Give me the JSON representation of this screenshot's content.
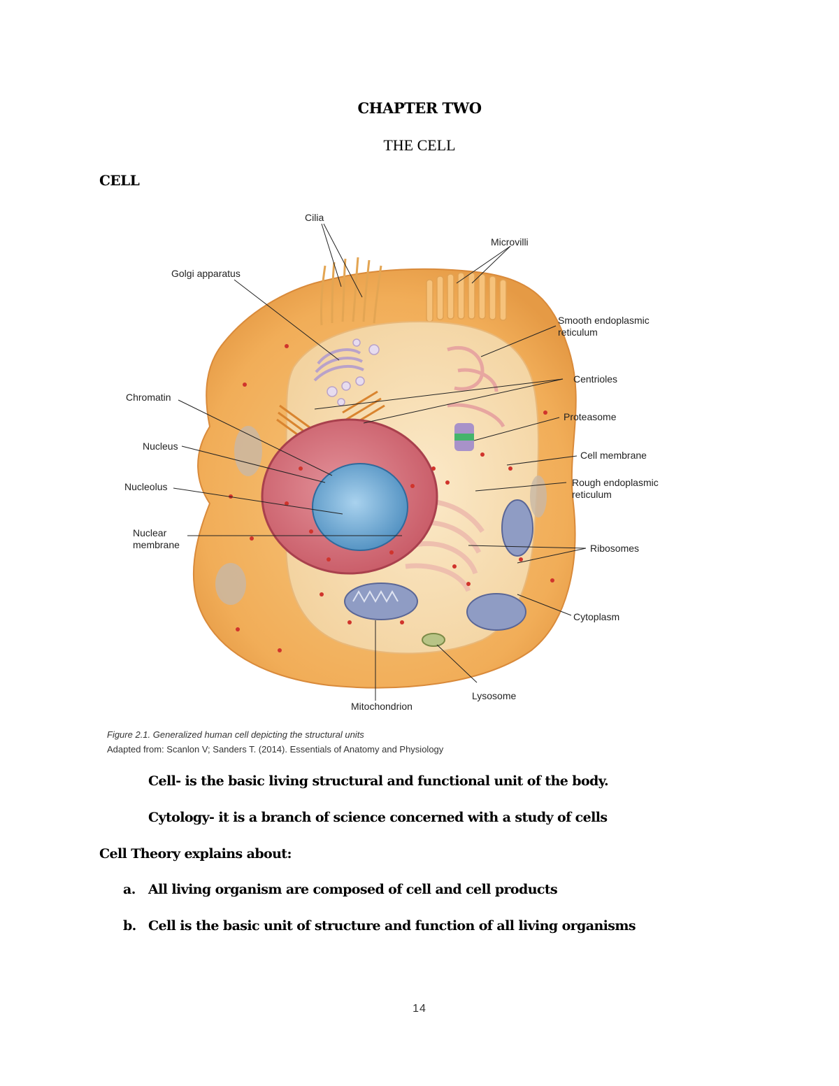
{
  "header": {
    "chapter": "CHAPTER TWO",
    "subtitle": "THE CELL",
    "section": "CELL"
  },
  "figure": {
    "labels": {
      "cilia": "Cilia",
      "microvilli": "Microvilli",
      "golgi": "Golgi apparatus",
      "smooth_er_line1": "Smooth endoplasmic",
      "smooth_er_line2": "reticulum",
      "centrioles": "Centrioles",
      "chromatin": "Chromatin",
      "proteasome": "Proteasome",
      "nucleus": "Nucleus",
      "cell_membrane": "Cell membrane",
      "nucleolus": "Nucleolus",
      "rough_er_line1": "Rough endoplasmic",
      "rough_er_line2": "reticulum",
      "nuclear_membrane_line1": "Nuclear",
      "nuclear_membrane_line2": "membrane",
      "ribosomes": "Ribosomes",
      "cytoplasm": "Cytoplasm",
      "lysosome": "Lysosome",
      "mitochondrion": "Mitochondrion"
    },
    "caption_title": "Figure 2.1. Generalized human cell depicting the structural units",
    "caption_source": "Adapted from: Scanlon V; Sanders T. (2014). Essentials of Anatomy and Physiology"
  },
  "definitions": [
    {
      "term": "Cell",
      "text": "- is the basic living structural and functional unit of the body."
    },
    {
      "term": "Cytology",
      "text": "- it is a branch of science concerned with a study of cells"
    }
  ],
  "cell_theory": {
    "intro": "Cell Theory explains about:",
    "items": [
      {
        "marker": "a.",
        "text": "All living organism are composed of cell and cell products"
      },
      {
        "marker": "b.",
        "text": "Cell is the basic unit of structure and function of all living organisms"
      }
    ]
  },
  "page_number": "14",
  "colors": {
    "cytoplasm_outer": "#f2b260",
    "cell_inner": "#f7dcae",
    "nucleus": "#d9717a",
    "nucleolus": "#6fa7cf",
    "mitochondrion": "#9aa6c8",
    "ribosome": "#d0342c"
  }
}
